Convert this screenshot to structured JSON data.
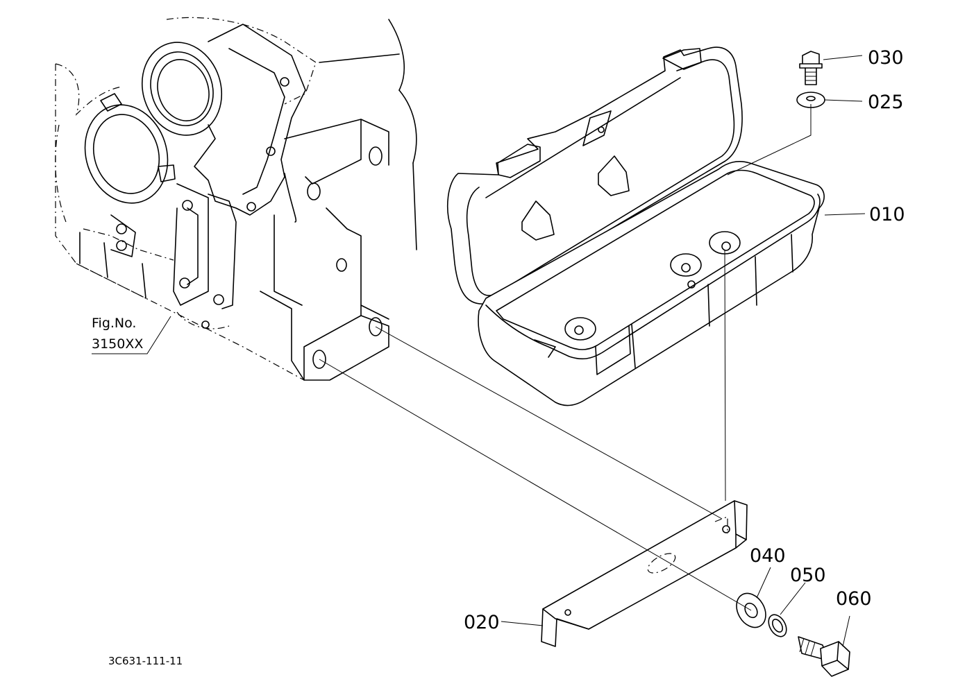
{
  "figure_reference": {
    "line1": "Fig.No.",
    "line2": "3150XX"
  },
  "drawing_code": "3C631-111-11",
  "callouts": {
    "p010": "010",
    "p020": "020",
    "p025": "025",
    "p030": "030",
    "p040": "040",
    "p050": "050",
    "p060": "060"
  }
}
